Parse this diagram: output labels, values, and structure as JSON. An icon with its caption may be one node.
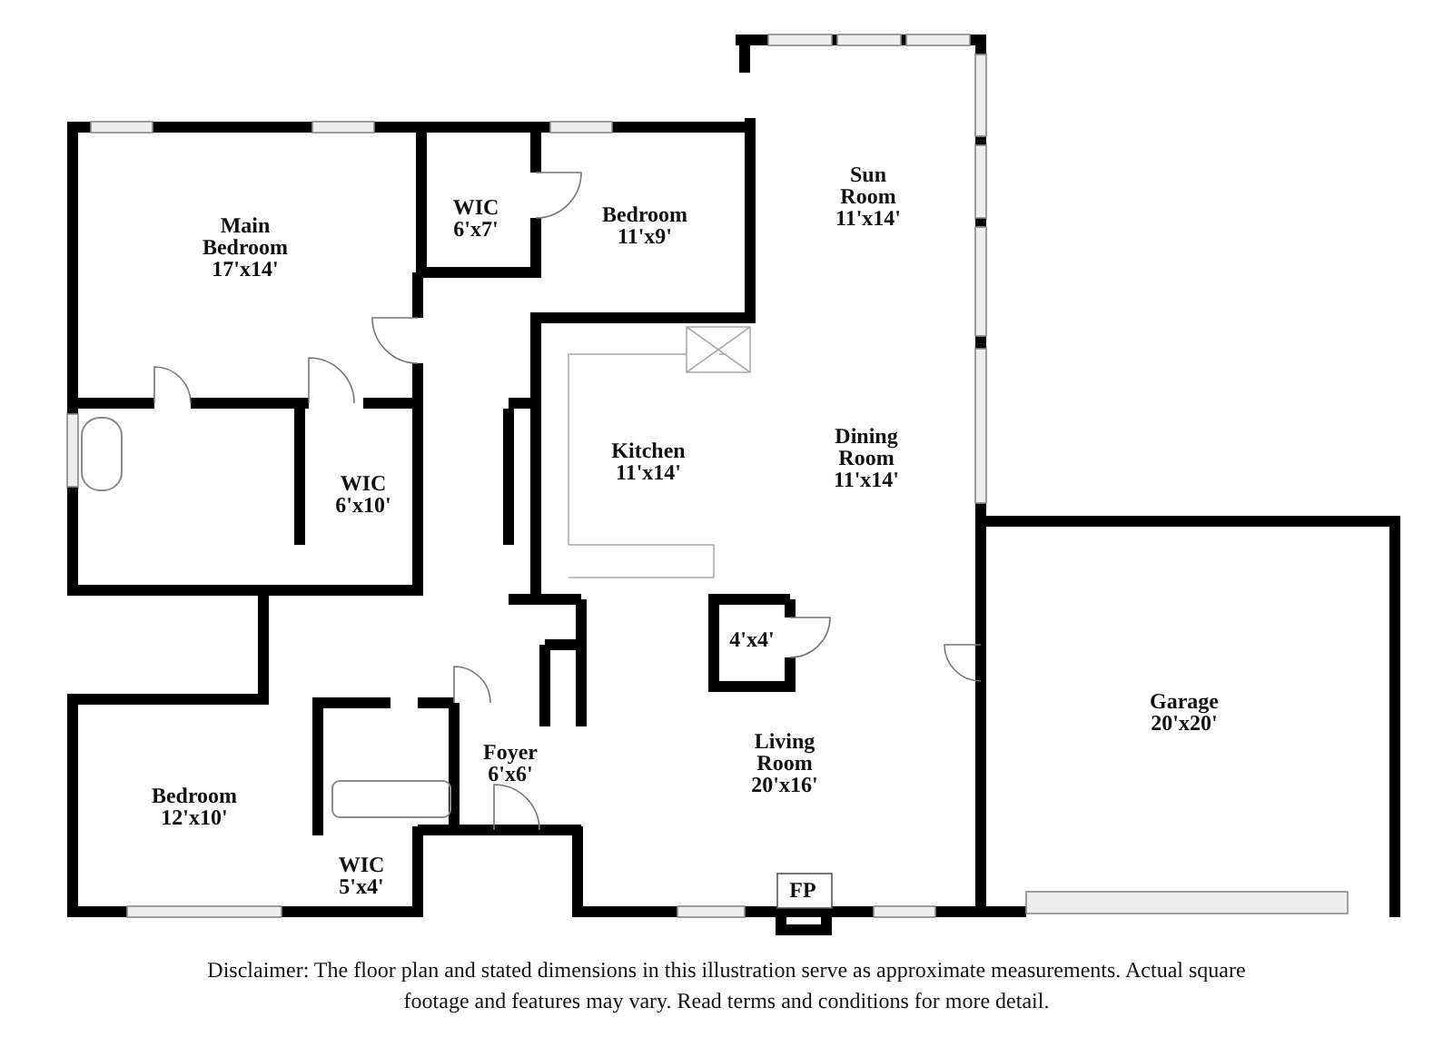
{
  "diagram": {
    "caption": "Disclaimer: The floor plan and stated dimensions in this illustration serve as approximate measurements. Actual square footage and features may vary. Read terms and conditions for more detail.",
    "labels": [
      "Main Bedroom",
      "17'x14'",
      "WIC",
      "6'x7'",
      "Bedroom",
      "11'x9'",
      "Sun Room",
      "11'x14'",
      "Kitchen",
      "11'x14'",
      "Dining Room",
      "11'x14'",
      "WIC",
      "6'x10'",
      "4'x4'",
      "Garage",
      "20'x20'",
      "Living Room",
      "20'x16'",
      "Foyer",
      "6'x6'",
      "Bedroom",
      "12'x10'",
      "FP",
      "WIC",
      "5'x4'"
    ]
  }
}
